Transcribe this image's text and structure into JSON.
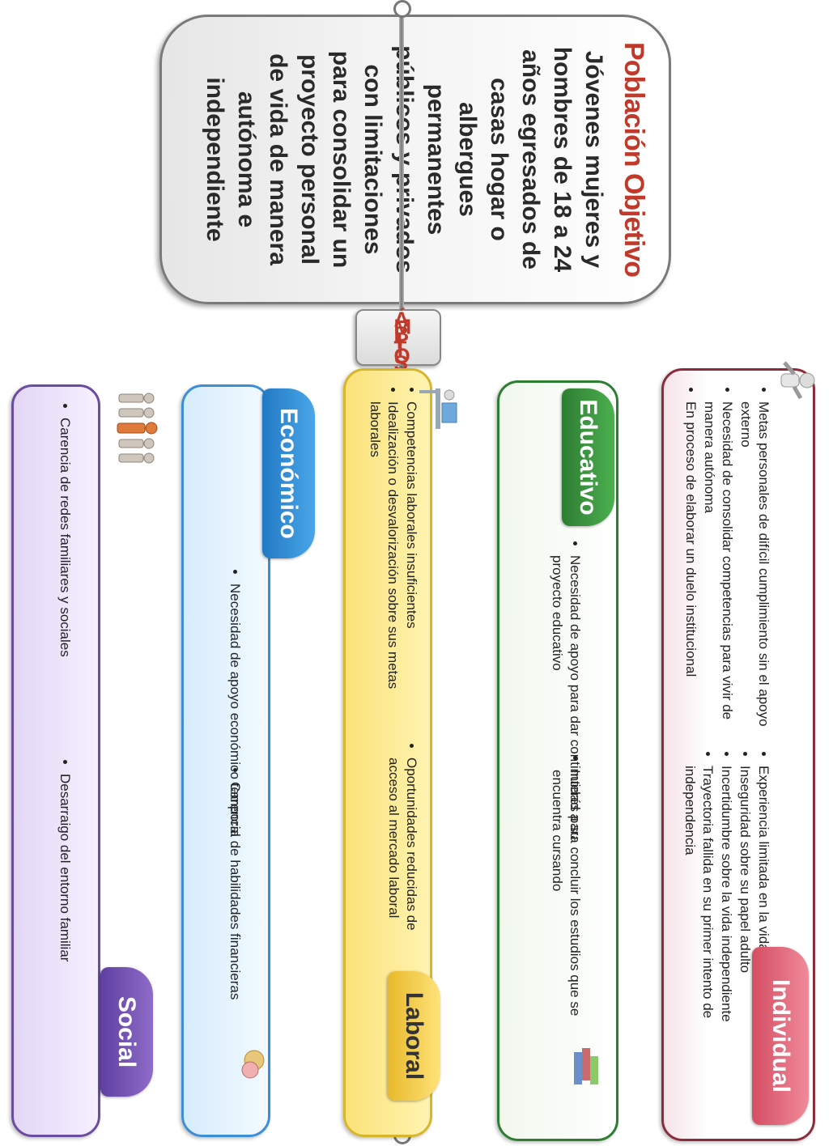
{
  "objective": {
    "title": "Población Objetivo",
    "body": "Jóvenes mujeres y hombres de 18 a 24 años egresados de casas hogar o albergues permanentes públicos y privados con limitaciones para consolidar un proyecto personal de vida de manera autónoma e independiente"
  },
  "ambitos": {
    "letters": [
      "Á",
      "M",
      "B",
      "I",
      "T",
      "O",
      "S"
    ]
  },
  "individual": {
    "label": "Individual",
    "col1": [
      "Metas personales de difícil cumplimiento sin el apoyo externo",
      "Necesidad de consolidar competencias para vivir de manera autónoma",
      "En proceso de elaborar un duelo institucional"
    ],
    "col2": [
      "Experiencia limitada en la vida no institucional",
      "Inseguridad sobre su papel adulto",
      "Incertidumbre sobre la vida independiente",
      "Trayectoria fallida en su primer intento de independencia"
    ]
  },
  "educativo": {
    "label": "Educativo",
    "col1": [
      "Necesidad de apoyo para dar continuidad a su proyecto educativo"
    ],
    "col2": [
      "Interés para concluir los estudios que se encuentra cursando"
    ]
  },
  "laboral": {
    "label": "Laboral",
    "col1": [
      "Competencias laborales insuficientes",
      "Idealización o desvalorización sobre sus metas laborales"
    ],
    "col2": [
      "Oportunidades reducidas de acceso al mercado laboral"
    ]
  },
  "economico": {
    "label": "Económico",
    "col1": [
      "Necesidad de apoyo económico temporal"
    ],
    "col2": [
      "Carencia de habilidades financieras"
    ]
  },
  "social": {
    "label": "Social",
    "col1": [
      "Carencia de redes familiares y sociales"
    ],
    "col2": [
      "Desarraigo del entorno familiar"
    ]
  }
}
